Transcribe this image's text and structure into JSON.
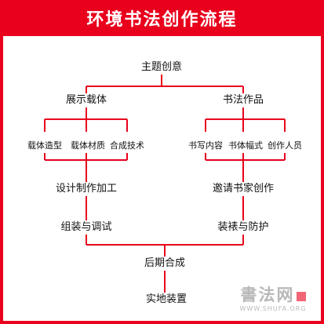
{
  "title": "环境书法创作流程",
  "nodes": {
    "theme": "主题创意",
    "display_carrier": "展示载体",
    "calligraphy_work": "书法作品",
    "carrier_shape": "载体造型",
    "carrier_material": "载体材质",
    "synthesis_tech": "合成技术",
    "writing_content": "书写内容",
    "format": "书体幅式",
    "creator": "创作人员",
    "design_fabrication": "设计制作加工",
    "invite_calligrapher": "邀请书家创作",
    "assembly_debug": "组装与调试",
    "mounting_protection": "装裱与防护",
    "post_synthesis": "后期合成",
    "installation": "实地装置"
  },
  "watermark": {
    "logo": "書法网",
    "url": "WWW.SHUFA.ORG"
  },
  "colors": {
    "accent": "#e8001c",
    "line": "#e8001c",
    "text": "#111111"
  }
}
